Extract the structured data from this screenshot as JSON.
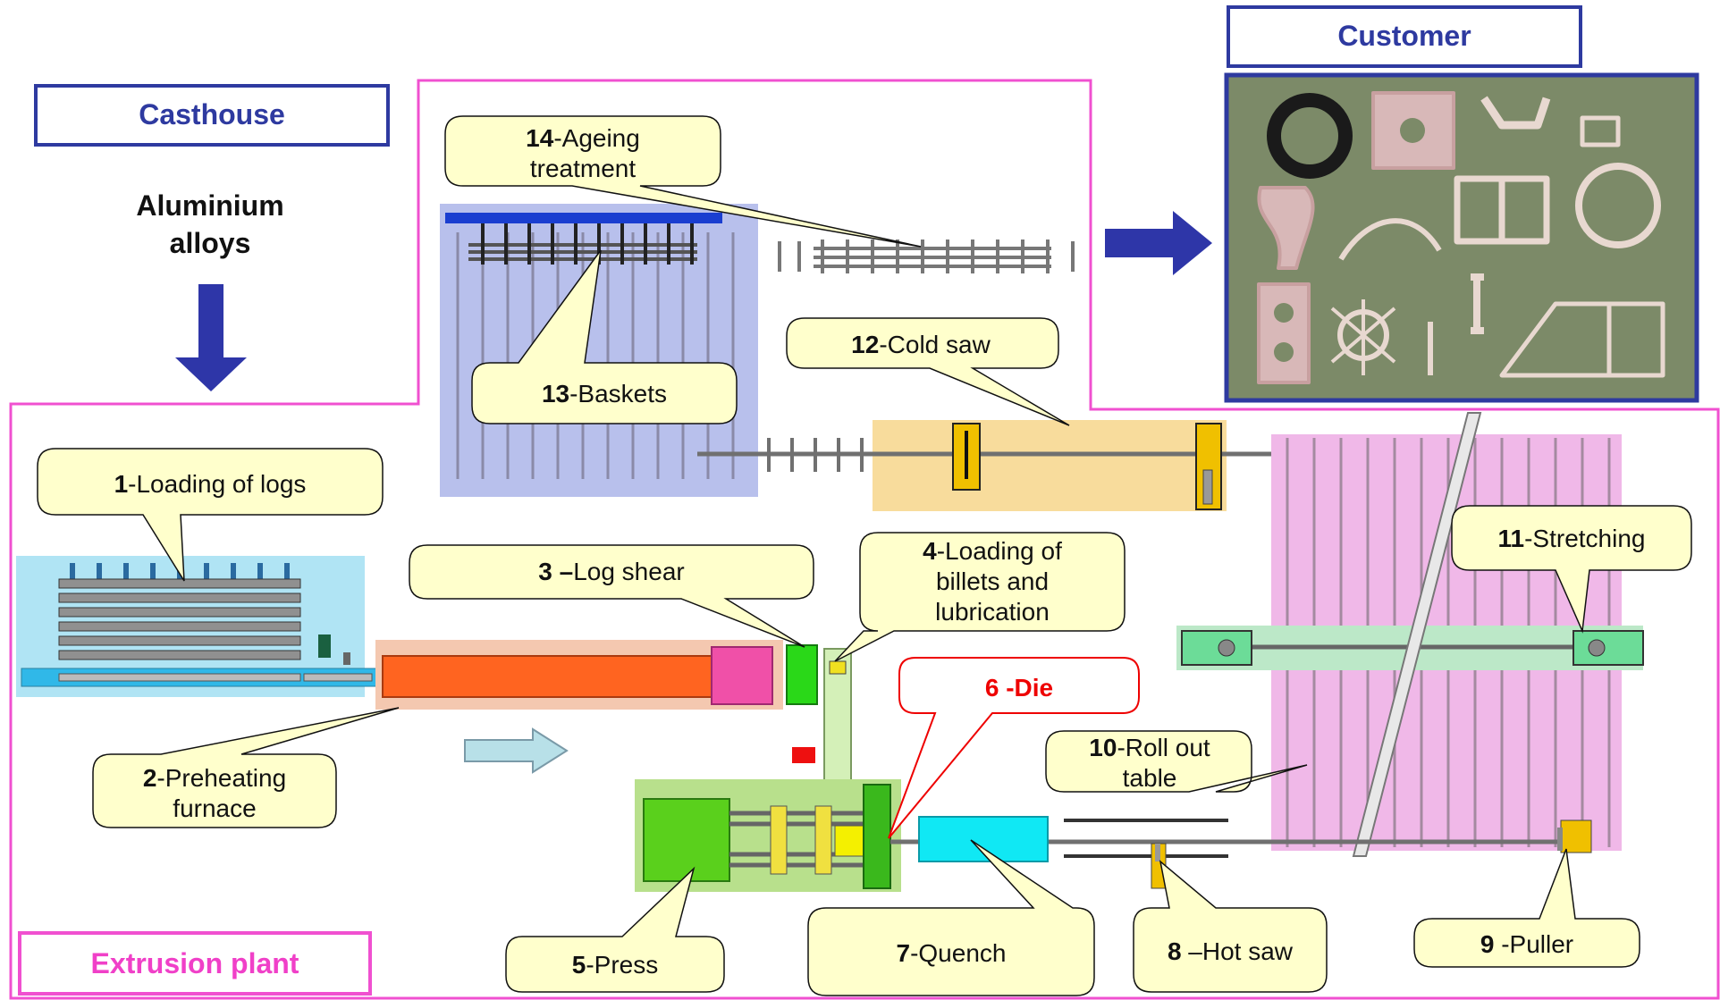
{
  "boxes": {
    "casthouse": "Casthouse",
    "customer": "Customer",
    "extrusion_plant": "Extrusion plant"
  },
  "material": {
    "line1": "Aluminium",
    "line2": "alloys"
  },
  "callouts": {
    "c1": {
      "num": "1",
      "text": "-Loading of logs"
    },
    "c2": {
      "num": "2",
      "text": "-Preheating",
      "text2": "furnace"
    },
    "c3": {
      "num": "3 –",
      "text": "Log shear"
    },
    "c4": {
      "num": "4",
      "text": "-Loading of",
      "text2": "billets and",
      "text3": "lubrication"
    },
    "c5": {
      "num": "5",
      "text": "-Press"
    },
    "c6": {
      "text": "6 -Die"
    },
    "c7": {
      "num": "7",
      "text": "-Quench"
    },
    "c8": {
      "num": "8",
      "text": " –Hot saw"
    },
    "c9": {
      "num": "9",
      "text": " -Puller"
    },
    "c10": {
      "num": "10",
      "text": "-Roll out",
      "text2": "table"
    },
    "c11": {
      "num": "11",
      "text": "-Stretching"
    },
    "c12": {
      "num": "12",
      "text": "-Cold saw"
    },
    "c13": {
      "num": "13",
      "text": "-Baskets"
    },
    "c14": {
      "num": "14",
      "text": "-Ageing",
      "text2": "treatment"
    }
  },
  "colors": {
    "frame_pink": "#f050d0",
    "header_blue": "#2e3aa0",
    "arrow_blue": "#2e36a8",
    "callout_fill": "#ffffcc",
    "die_red": "#ff0000"
  }
}
